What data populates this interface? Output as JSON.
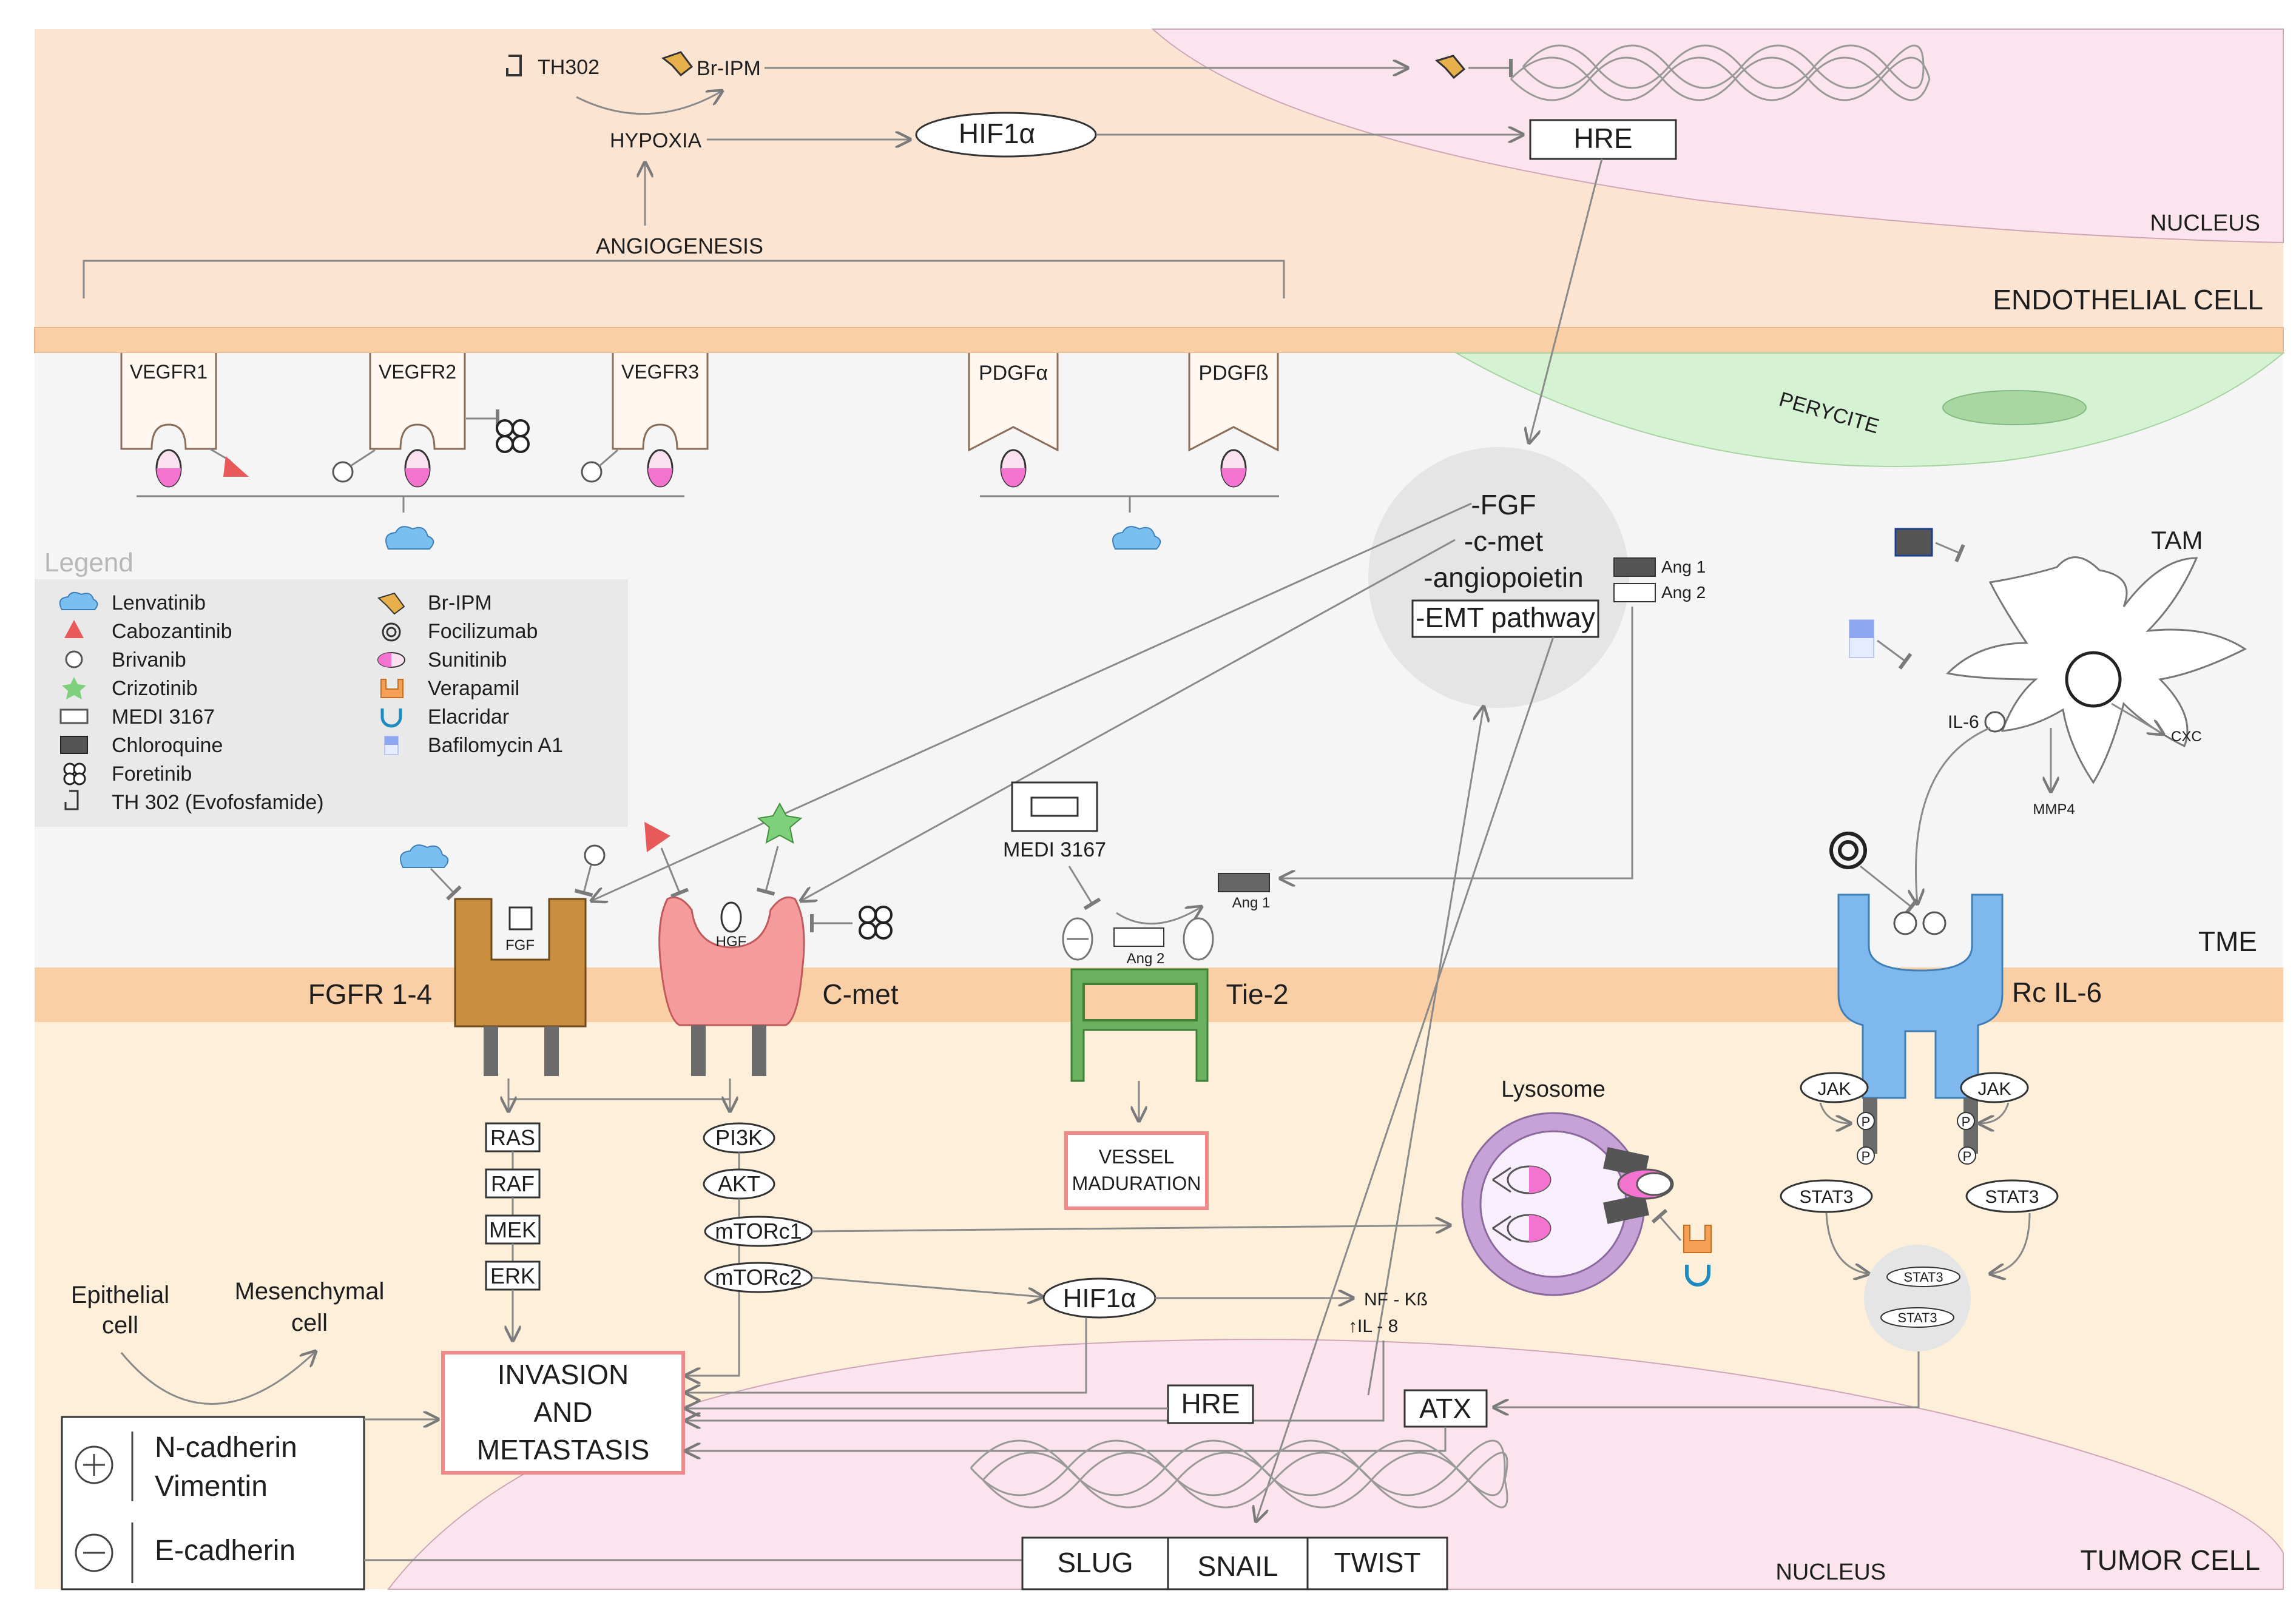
{
  "regions": {
    "nucleus_top": "NUCLEUS",
    "endothelial_cell": "ENDOTHELIAL CELL",
    "pericyte": "PERYCITE",
    "tme": "TME",
    "tumor_cell": "TUMOR CELL",
    "nucleus_bottom": "NUCLEUS",
    "tam": "TAM",
    "lysosome": "Lysosome"
  },
  "endothelial": {
    "th302": "TH302",
    "br_ipm": "Br-IPM",
    "hypoxia": "HYPOXIA",
    "hif1a": "HIF1α",
    "hre": "HRE",
    "angiogenesis": "ANGIOGENESIS"
  },
  "receptors_top": {
    "vegfr1": "VEGFR1",
    "vegfr2": "VEGFR2",
    "vegfr3": "VEGFR3",
    "pdgfa": "PDGFα",
    "pdgfb": "PDGFß"
  },
  "factors": [
    "-FGF",
    "-c-met",
    "-angiopoietin",
    "-EMT pathway"
  ],
  "ang": {
    "ang1": "Ang 1",
    "ang2": "Ang 2",
    "ang1_small": "Ang 1",
    "ang2_small": "Ang 2"
  },
  "legend": {
    "title": "Legend",
    "items_left": [
      {
        "icon": "lenvatinib-cloud",
        "label": "Lenvatinib"
      },
      {
        "icon": "cabozantinib-triangle",
        "label": "Cabozantinib"
      },
      {
        "icon": "brivanib-circle",
        "label": "Brivanib"
      },
      {
        "icon": "crizotinib-star",
        "label": "Crizotinib"
      },
      {
        "icon": "medi-rect",
        "label": "MEDI 3167"
      },
      {
        "icon": "chloroquine-coil",
        "label": "Chloroquine"
      },
      {
        "icon": "foretinib-cross",
        "label": "Foretinib"
      },
      {
        "icon": "th302-hook",
        "label": "TH 302 (Evofosfamide)"
      }
    ],
    "items_right": [
      {
        "icon": "br-ipm-shape",
        "label": "Br-IPM"
      },
      {
        "icon": "focilizumab-ring",
        "label": "Focilizumab"
      },
      {
        "icon": "sunitinib-capsule",
        "label": "Sunitinib"
      },
      {
        "icon": "verapamil-cup",
        "label": "Verapamil"
      },
      {
        "icon": "elacridar-u",
        "label": "Elacridar"
      },
      {
        "icon": "bafilomycin-block",
        "label": "Bafilomycin A1"
      }
    ]
  },
  "tme": {
    "medi": "MEDI 3167",
    "fgf": "FGF",
    "hgf": "HGF",
    "il6": "IL-6",
    "cxc": "CXC",
    "mmp4": "MMP4"
  },
  "membrane_receptors": {
    "fgfr": "FGFR 1-4",
    "cmet": "C-met",
    "tie2": "Tie-2",
    "rcil6": "Rc IL-6"
  },
  "tumor": {
    "ras": "RAS",
    "raf": "RAF",
    "mek": "MEK",
    "erk": "ERK",
    "pi3k": "PI3K",
    "akt": "AKT",
    "mtorc1": "mTORc1",
    "mtorc2": "mTORc2",
    "vessel": [
      "VESSEL",
      "MADURATION"
    ],
    "hif1a": "HIF1α",
    "nfkb": "NF - Kß",
    "il8": "↑IL - 8",
    "jak_left": "JAK",
    "jak_right": "JAK",
    "p": "P",
    "stat3_left": "STAT3",
    "stat3_right": "STAT3",
    "stat3_small_a": "STAT3",
    "stat3_small_b": "STAT3",
    "invasion": [
      "INVASION",
      "AND",
      "METASTASIS"
    ],
    "epithelial": [
      "Epithelial",
      "cell"
    ],
    "mesenchymal": [
      "Mesenchymal",
      "cell"
    ],
    "plus_markers": [
      "N-cadherin",
      "Vimentin"
    ],
    "minus_markers": [
      "E-cadherin"
    ],
    "hre": "HRE",
    "atx": "ATX",
    "slug": "SLUG",
    "snail": "SNAIL",
    "twist": "TWIST"
  },
  "colors": {
    "endothelial_bg": "#fce4d2",
    "nucleus_bg": "#fbe4ee",
    "membrane": "#fbcfa6",
    "tme_bg": "#f5f5f5",
    "tumor_bg": "#fdefd9",
    "pericyte": "#d5f3d2",
    "fgfr": "#c98d3f",
    "cmet": "#f59b9c",
    "tie2": "#6cb160",
    "rcil6": "#7fb8ec",
    "lenvatinib": "#79bff0",
    "cabozantinib": "#e85a5a",
    "crizotinib": "#7ed17a",
    "sunitinib": "#f472d0",
    "br_ipm": "#e8b04a",
    "lysosome": "#c6a2d6"
  }
}
